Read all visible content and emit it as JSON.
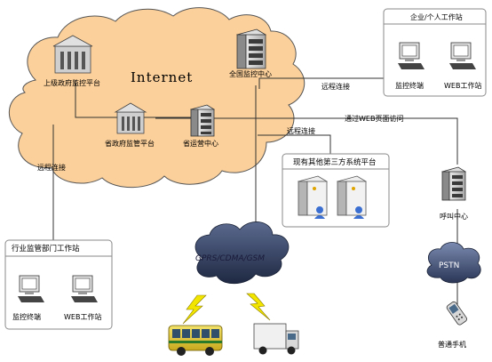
{
  "internet": {
    "label": "Internet",
    "superior_gov_platform": "上级政府监控平台",
    "national_center": "全国监控中心",
    "provincial_gov_platform": "省政府监管平台",
    "provincial_ops_center": "省运营中心"
  },
  "enterprise_box": {
    "title": "企业/个人工作站",
    "monitor_terminal": "监控终端",
    "web_workstation": "WEB工作站"
  },
  "third_party_box": {
    "title": "现有其他第三方系统平台"
  },
  "industry_box": {
    "title": "行业监管部门工作站",
    "monitor_terminal": "监控终端",
    "web_workstation": "WEB工作站"
  },
  "links": {
    "remote_enterprise": "远程连接",
    "web_access": "通过WEB页面访问",
    "remote_third_party": "远程连接",
    "remote_industry": "远程连接"
  },
  "wireless_network": "GPRS/CDMA/GSM",
  "pstn": "PSTN",
  "call_center": "呼叫中心",
  "mobile_phone": "普通手机",
  "colors": {
    "cloud_fill": "#fcd09a",
    "cloud_stroke": "#555555",
    "network_cloud": "#2e3b5c",
    "pstn_cloud": "#3f4f73",
    "server_dark": "#3a3a3a",
    "lightning": "#f2e600"
  }
}
